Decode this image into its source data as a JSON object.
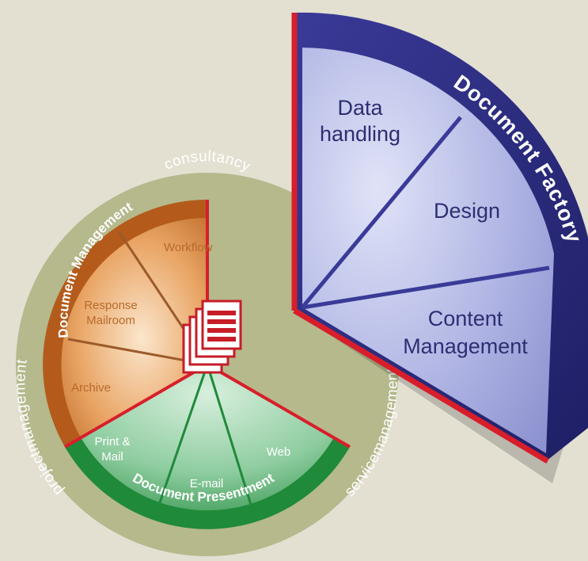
{
  "ring": {
    "top_label": "consultancy",
    "left_label": "projectmanagement",
    "right_label": "servicemanagement"
  },
  "document_management": {
    "title": "Document Management",
    "items": [
      "Workflow",
      "Response",
      "Mailroom",
      "Archive"
    ]
  },
  "document_presentment": {
    "title": "Document Presentment",
    "items": [
      "Print &",
      "Mail",
      "E-mail",
      "Web"
    ]
  },
  "document_factory": {
    "title": "Document Factory",
    "items": [
      "Data",
      "handling",
      "Design",
      "Content",
      "Management"
    ]
  },
  "colors": {
    "background": "#e3e0d2",
    "ring": "#b5b98c",
    "management": "#c8843e",
    "presentment": "#1f8a3a",
    "factory": "#2e2e86",
    "factory_fill": "#a9aee0",
    "divider_red": "#d81e2a"
  },
  "icon": "documents-icon"
}
